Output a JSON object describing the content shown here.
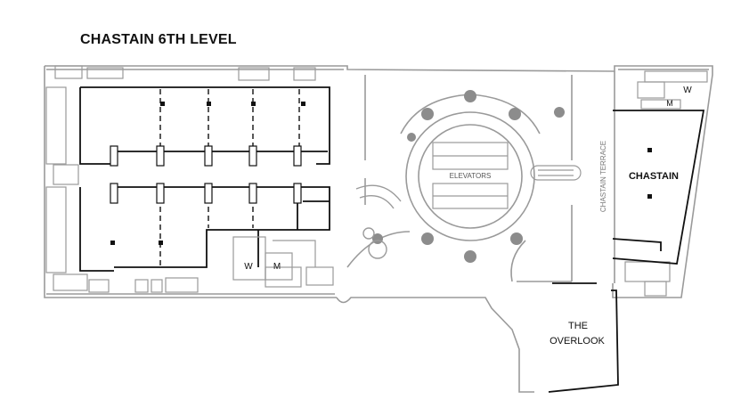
{
  "title": "CHASTAIN 6TH LEVEL",
  "rooms": {
    "chastain": "CHASTAIN",
    "chastain_terrace": "CHASTAIN TERRACE",
    "elevators": "ELEVATORS",
    "overlook_line1": "THE",
    "overlook_line2": "OVERLOOK"
  },
  "restrooms": {
    "women_label": "W",
    "men_label": "M"
  },
  "colors": {
    "outline": "#9a9a9a",
    "walls": "#111111",
    "columns": "#8c8c8c"
  }
}
